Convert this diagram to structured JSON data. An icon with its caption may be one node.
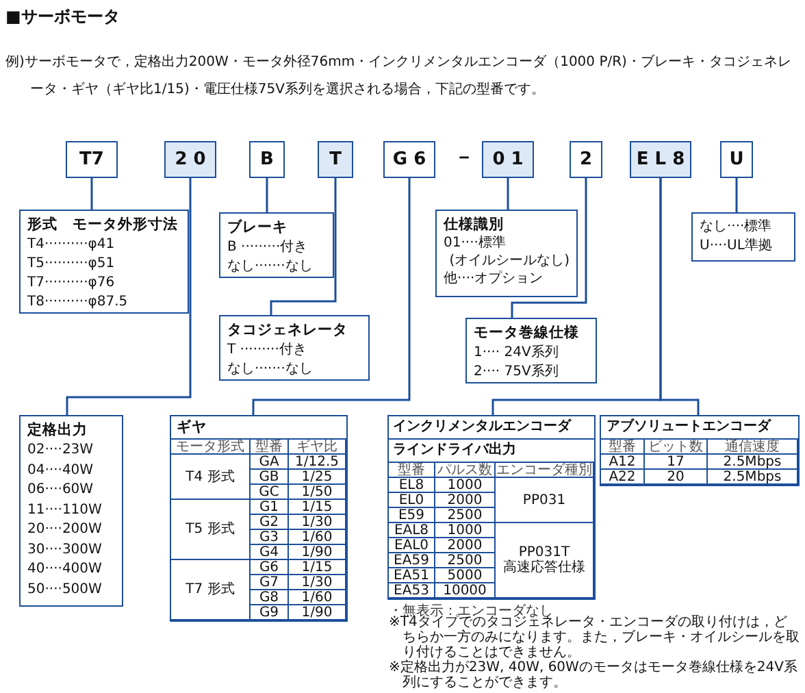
{
  "diagram": {
    "title": "■サーボモータ",
    "nodes": [
      {
        "text": [
          "T7"
        ]
      },
      {
        "text": [
          "2 0"
        ]
      },
      {
        "text": [
          "B"
        ]
      },
      {
        "text": [
          "T"
        ]
      },
      {
        "text": [
          "G 6"
        ]
      },
      {
        "text": [
          "0 1"
        ]
      },
      {
        "text": [
          "2"
        ]
      },
      {
        "text": [
          "E L 8"
        ]
      },
      {
        "text": [
          "U"
        ]
      },
      {
        "text": [
          "形式　モータ外形寸法",
          "T4··········φ41",
          "T5··········φ51",
          "T7··········φ76",
          "T8··········φ87.5"
        ]
      },
      {
        "text": [
          "ブレーキ",
          "B ·········付き",
          "なし·······なし"
        ]
      },
      {
        "text": [
          "タコジェネレータ",
          "T ·········付き",
          "なし·······なし"
        ]
      },
      {
        "text": [
          "仕様識別",
          "01····標準",
          "(オイルシールなし)",
          "他····オプション"
        ]
      },
      {
        "text": [
          "モータ巻線仕様",
          "1···· 24V系列",
          "2···· 75V系列"
        ]
      },
      {
        "text": [
          "なし····標準",
          "U····UL準拠"
        ]
      },
      {
        "text": [
          "定格出力",
          "02····23W",
          "04····40W",
          "06····60W",
          "11····110W",
          "20····200W",
          "30····300W",
          "40····400W",
          "50····500W"
        ]
      },
      {
        "text": [
          "ギヤ",
          "モータ形式",
          "型番",
          "ギヤ比",
          "T4 形式",
          "GA",
          "1/12.5",
          "GB",
          "1/25",
          "GC",
          "1/50",
          "T5 形式",
          "G1",
          "1/15",
          "G2",
          "1/30",
          "G3",
          "1/60",
          "G4",
          "1/90",
          "T7 形式",
          "G6",
          "1/15",
          "G7",
          "1/30",
          "G8",
          "1/60",
          "G9",
          "1/90"
        ]
      },
      {
        "text": [
          "インクリメンタルエンコーダ",
          "ラインドライバ出力",
          "型番",
          "パルス数",
          "エンコーダ種別",
          "EL8",
          "1000",
          "PP031",
          "EL0",
          "2000",
          "E59",
          "2500",
          "EAL8",
          "1000",
          "PP031T 高速応答仕様",
          "EAL0",
          "2000",
          "EA59",
          "2500",
          "EA51",
          "5000",
          "EA53",
          "10000"
        ],
        "beside": [
          "・無表示：エンコーダなし"
        ]
      },
      {
        "text": [
          "アブソリュートエンコーダ",
          "型番",
          "ビット数",
          "通信速度",
          "A12",
          "17",
          "2.5Mbps",
          "A22",
          "20",
          "2.5Mbps"
        ]
      }
    ],
    "edges": [
      {
        "from": 0,
        "to": 9,
        "arrow": "none"
      },
      {
        "from": 1,
        "to": 15,
        "arrow": "none"
      },
      {
        "from": 2,
        "to": 10,
        "arrow": "none"
      },
      {
        "from": 3,
        "to": 11,
        "arrow": "none"
      },
      {
        "from": 4,
        "to": 16,
        "arrow": "none"
      },
      {
        "from": 5,
        "to": 12,
        "arrow": "none"
      },
      {
        "from": 6,
        "to": 13,
        "arrow": "none"
      },
      {
        "from": 7,
        "to": 17,
        "arrow": "none"
      },
      {
        "from": 7,
        "to": 18,
        "arrow": "none"
      },
      {
        "from": 8,
        "to": 14,
        "arrow": "none"
      }
    ],
    "labels": [
      "例)サーボモータで，定格出力200W・モータ外径76mm・インクリメンタルエンコーダ（1000 P/R)・ブレーキ・タコジェネレータ・ギヤ（ギヤ比1/15)・電圧仕様75V系列を選択される場合，下記の型番です。",
      "－",
      "※T4タイプでのタコジェネレータ・エンコーダの取り付けは，どちらか一方のみになります。また，ブレーキ・オイルシールを取り付けることはできません。",
      "※定格出力が23W, 40W, 60Wのモータはモータ巻線仕様を24V系列にすることができます。"
    ]
  }
}
